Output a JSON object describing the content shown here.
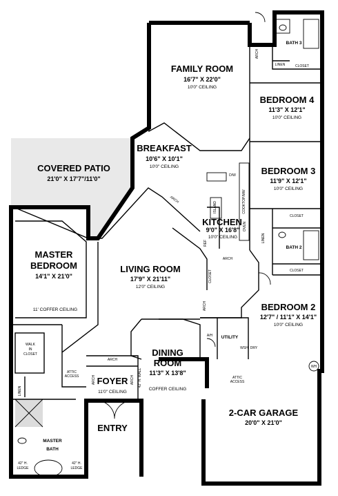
{
  "rooms": {
    "family_room": {
      "name": "FAMILY ROOM",
      "dims": "16'7\" X 22'0\"",
      "ceiling": "10'0\" CEILING"
    },
    "breakfast": {
      "name": "BREAKFAST",
      "dims": "10'6\" X 10'1\"",
      "ceiling": "10'0\" CEILING"
    },
    "covered_patio": {
      "name": "COVERED PATIO",
      "dims": "21'0\" X 17'7\"/11'0\""
    },
    "master_bedroom": {
      "name_1": "MASTER",
      "name_2": "BEDROOM",
      "dims": "14'1\" X 21'0\"",
      "ceiling": "11' COFFER CEILING"
    },
    "living_room": {
      "name": "LIVING ROOM",
      "dims": "17'9\" X 21'11\"",
      "ceiling": "12'0\" CEILING"
    },
    "kitchen": {
      "name": "KITCHEN",
      "dims": "9'0\" X 16'8\"",
      "ceiling": "10'0\" CEILING"
    },
    "bedroom_4": {
      "name": "BEDROOM 4",
      "dims": "11'3\" X 12'1\"",
      "ceiling": "10'0\" CEILING"
    },
    "bedroom_3": {
      "name": "BEDROOM 3",
      "dims": "11'9\" X 12'1\"",
      "ceiling": "10'0\" CEILING"
    },
    "bedroom_2": {
      "name": "BEDROOM 2",
      "dims": "12'7\" / 11'1\" X 14'1\"",
      "ceiling": "10'0\" CEILING"
    },
    "dining_room": {
      "name_1": "DINING",
      "name_2": "ROOM",
      "dims": "11'3\" X 13'8\"",
      "ceiling": "COFFER CEILING"
    },
    "foyer": {
      "name": "FOYER",
      "ceiling": "11'0\" CEILING"
    },
    "entry": {
      "name": "ENTRY"
    },
    "garage": {
      "name": "2-CAR GARAGE",
      "dims": "20'0\" X 21'0\""
    },
    "master_bath": {
      "name_1": "MASTER",
      "name_2": "BATH"
    },
    "bath_3": {
      "name": "BATH 3"
    },
    "bath_2": {
      "name": "BATH 2"
    },
    "utility": {
      "name": "UTILITY"
    }
  },
  "labels": {
    "closet": "CLOSET",
    "linen": "LINEN",
    "arch": "ARCH",
    "walk_in_closet_1": "WALK",
    "walk_in_closet_2": "IN",
    "walk_in_closet_3": "CLOSET",
    "attic_1": "ATTIC",
    "attic_2": "ACCESS",
    "h_wall": "42\" H. WALL",
    "ledge_1": "42\" H.",
    "ledge_2": "LEDGE",
    "wh": "WH",
    "ah": "A/H",
    "wsh": "WSH",
    "dry": "DRY",
    "dw": "D/W",
    "island": "ISLAND",
    "cooktop": "COOKTOP/MW",
    "oven": "OVEN",
    "ref": "REF"
  }
}
